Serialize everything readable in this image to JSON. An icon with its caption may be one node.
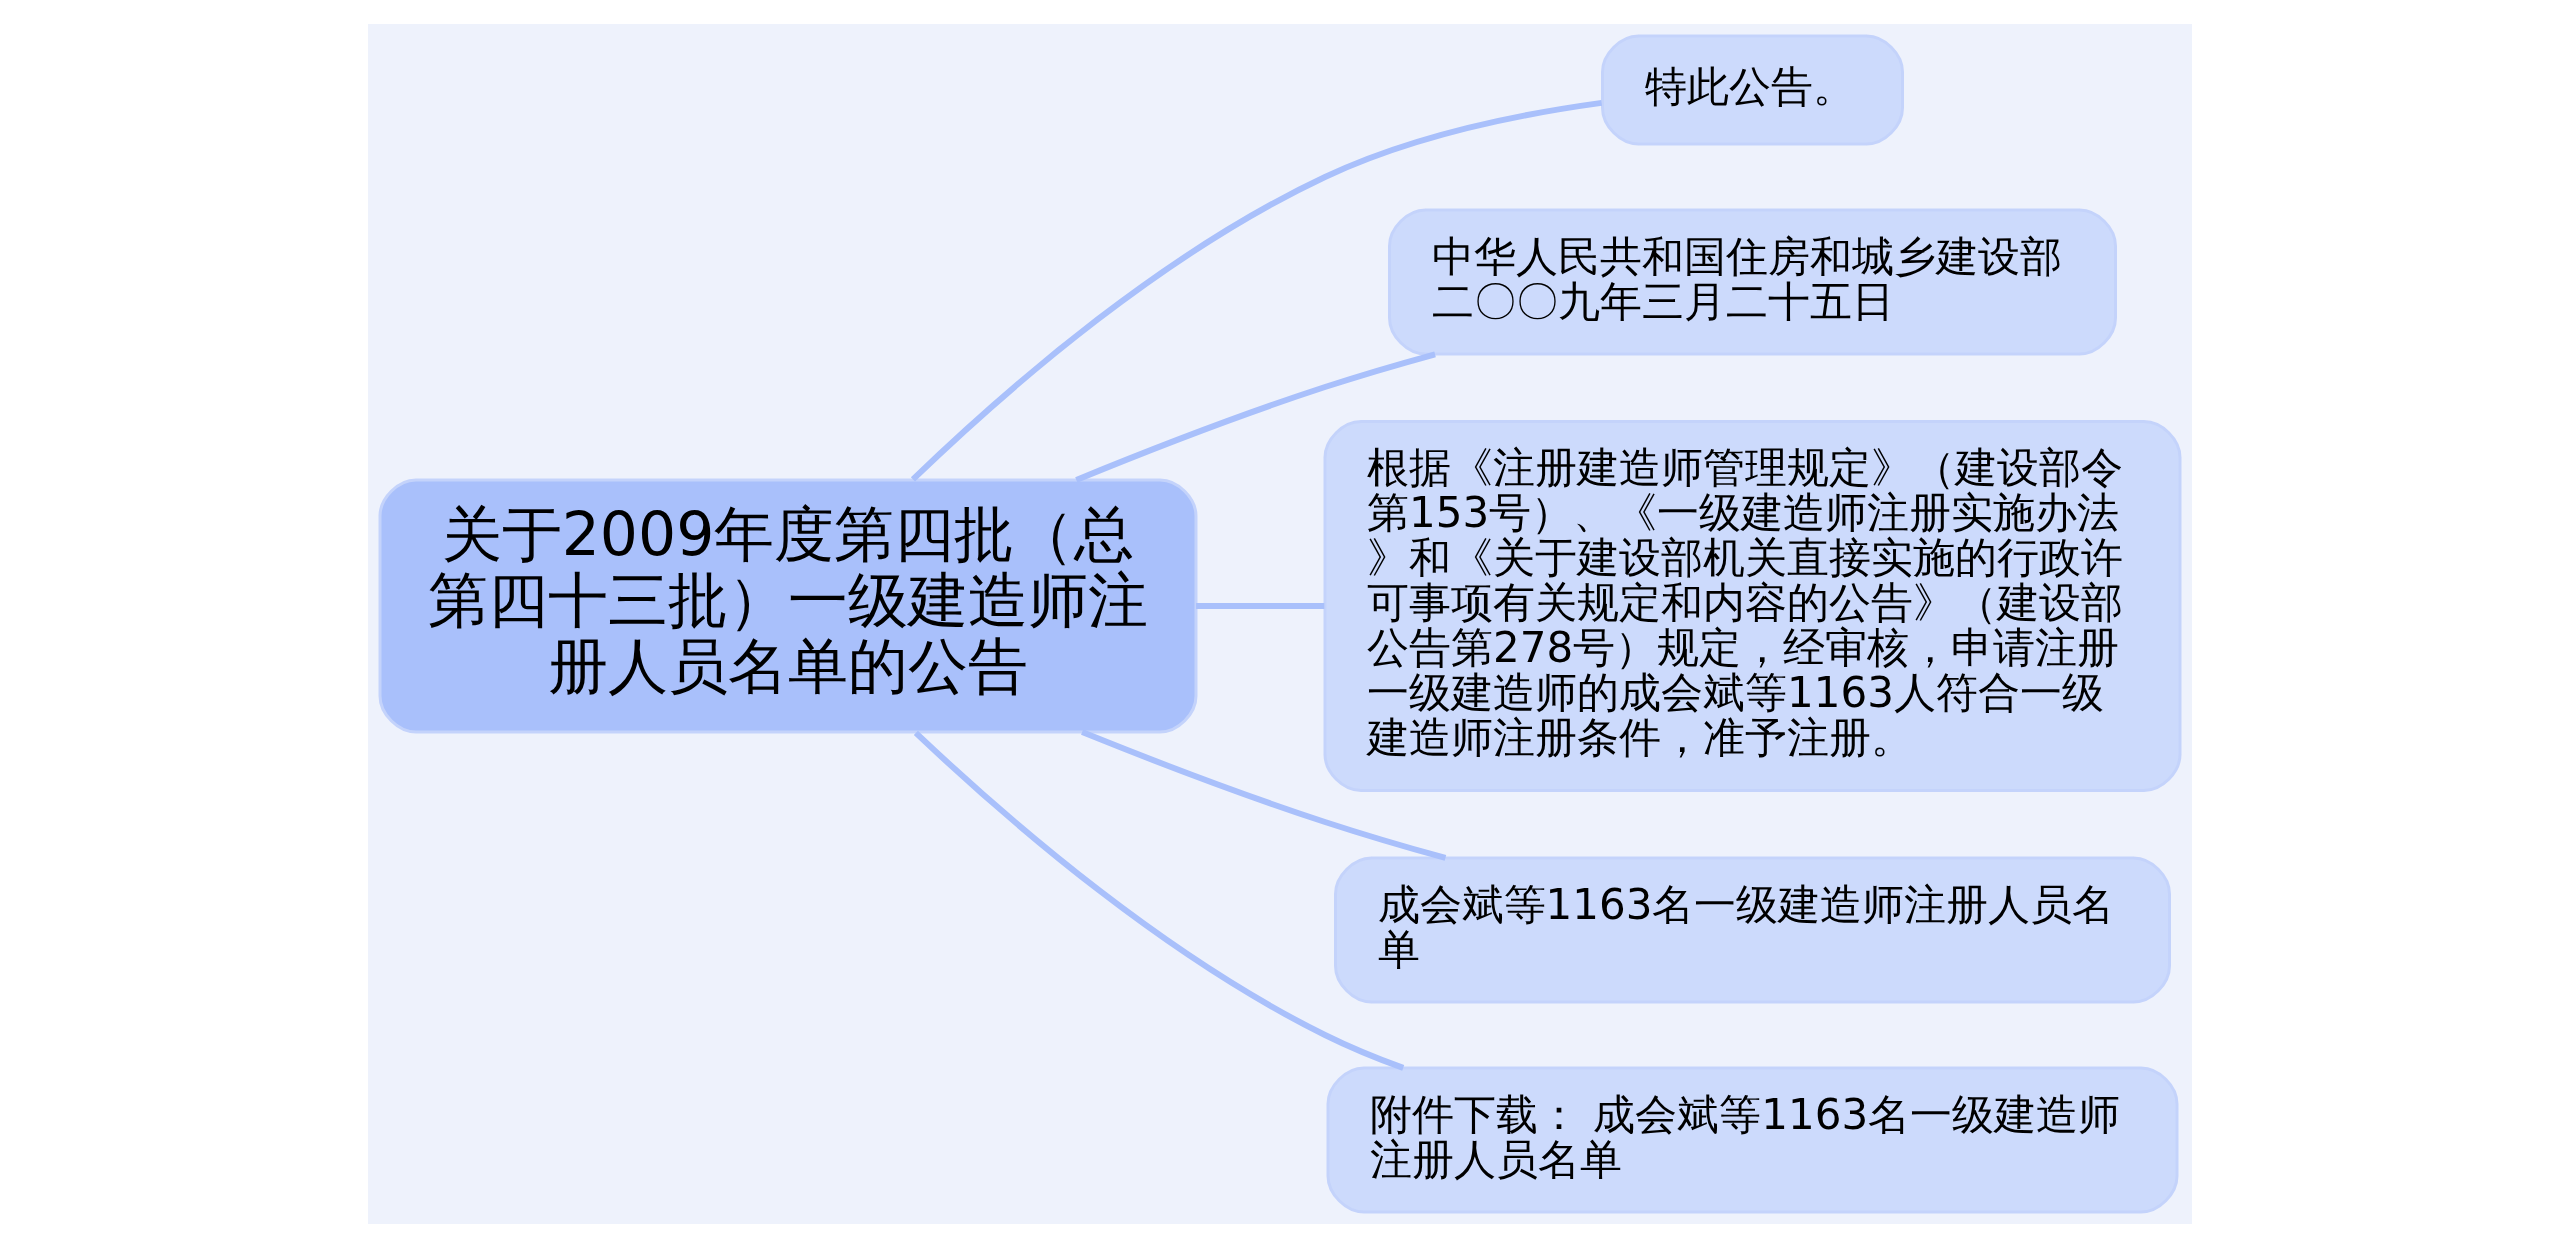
{
  "diagram": {
    "nodes": [
      {
        "text": [
          "关于2009年度第四批（总第四十三批）一级建造师注册人员名单的公告"
        ]
      },
      {
        "text": [
          "特此公告。"
        ]
      },
      {
        "text": [
          "中华人民共和国住房和城乡建设部",
          "二〇〇九年三月二十五日"
        ]
      },
      {
        "text": [
          "根据《注册建造师管理规定》（建设部令第153号）、《一级建造师注册实施办法》和《关于建设部机关直接实施的行政许可事项有关规定和内容的公告》（建设部公告第278号）规定，经审核，申请注册一级建造师的成会斌等1163人符合一级建造师注册条件，准予注册。"
        ]
      },
      {
        "text": [
          "成会斌等1163名一级建造师注册人员名单"
        ]
      },
      {
        "text": [
          "附件下载： 成会斌等1163名一级建造师注册人员名单"
        ]
      }
    ],
    "edges": [
      {
        "from": 0,
        "to": 1,
        "arrow": "none"
      },
      {
        "from": 0,
        "to": 2,
        "arrow": "none"
      },
      {
        "from": 0,
        "to": 3,
        "arrow": "none"
      },
      {
        "from": 0,
        "to": 4,
        "arrow": "none"
      },
      {
        "from": 0,
        "to": 5,
        "arrow": "none"
      }
    ]
  }
}
